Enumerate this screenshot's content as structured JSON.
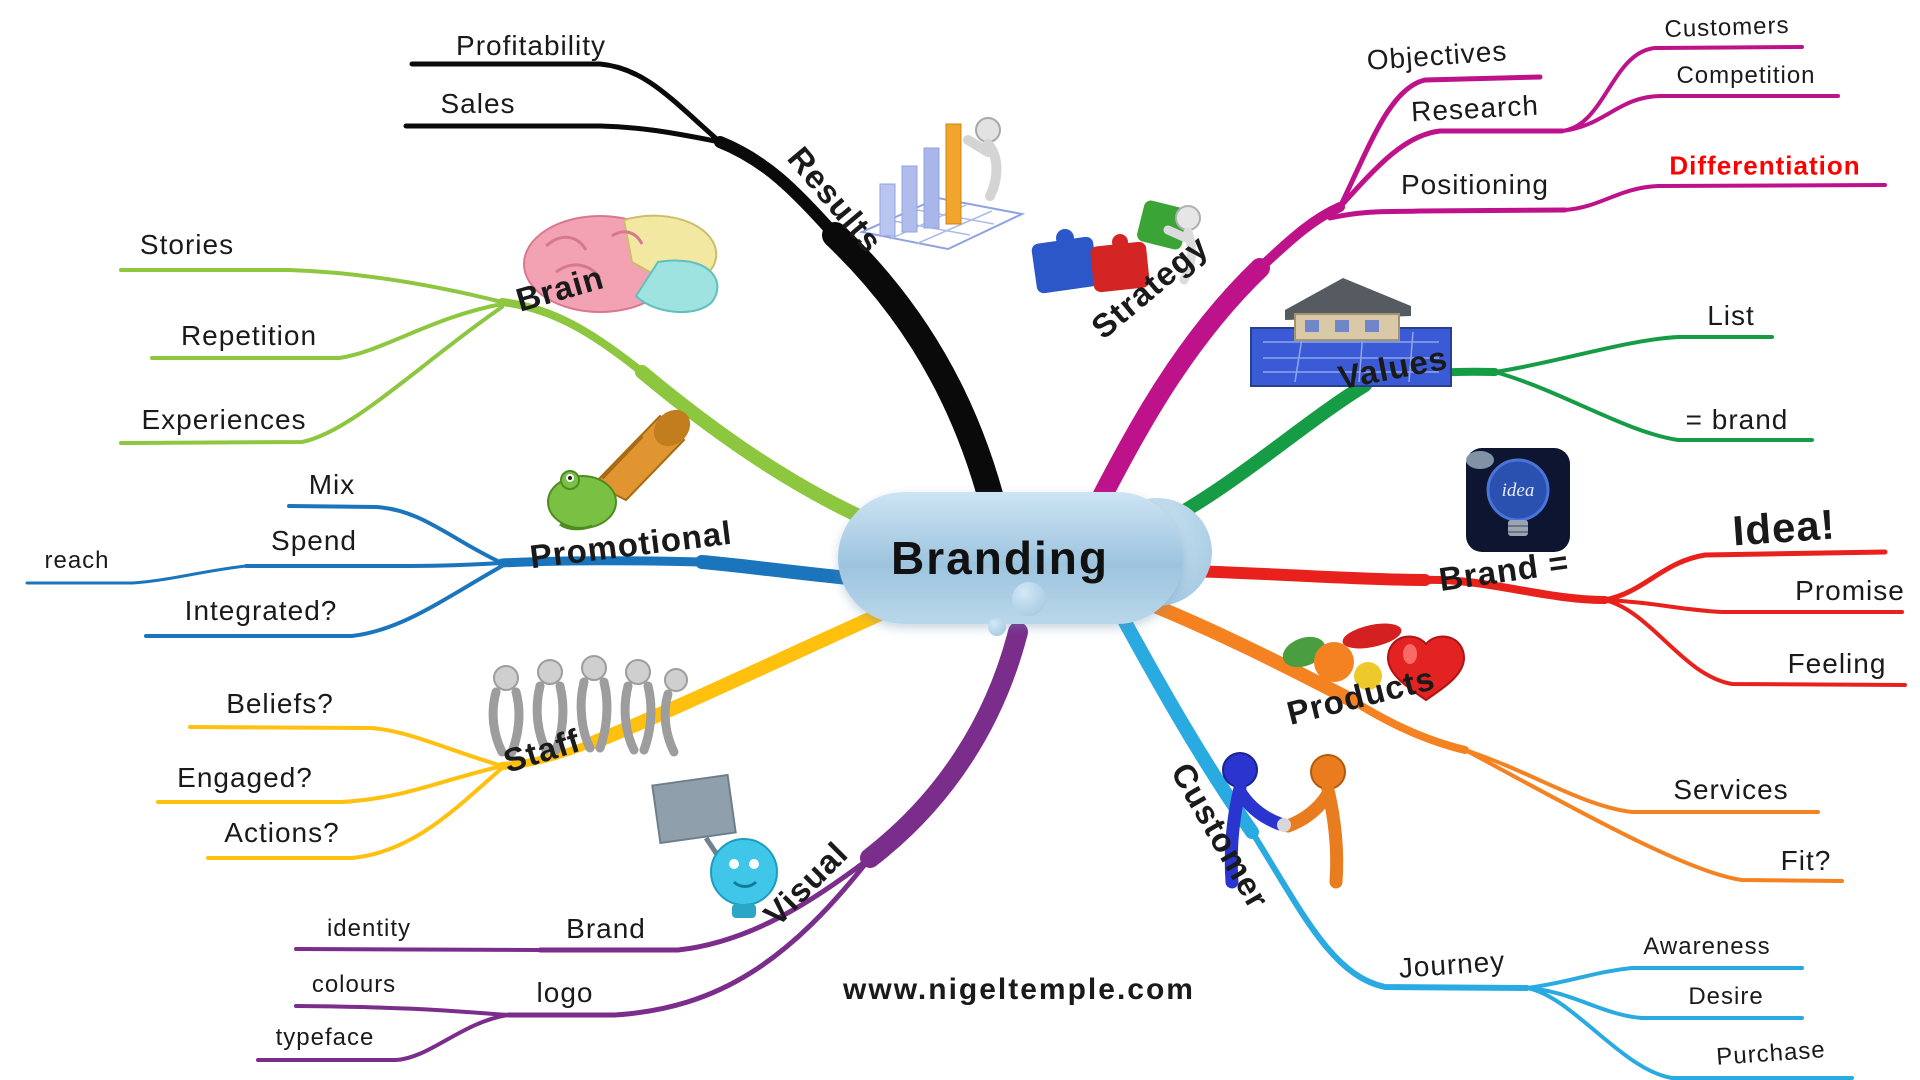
{
  "center": {
    "title": "Branding"
  },
  "footer": {
    "website": "www.nigeltemple.com"
  },
  "branches": {
    "results": {
      "label": "Results",
      "color": "#0a0a0a",
      "children": {
        "profitability": "Profitability",
        "sales": "Sales"
      }
    },
    "strategy": {
      "label": "Strategy",
      "color": "#be128a",
      "highlight_color": "#ff0000",
      "children": {
        "objectives": "Objectives",
        "research": "Research",
        "customers": "Customers",
        "competition": "Competition",
        "positioning": "Positioning",
        "differentiation": "Differentiation"
      }
    },
    "values": {
      "label": "Values",
      "color": "#169c44",
      "children": {
        "list": "List",
        "eq_brand": "= brand"
      }
    },
    "brand_eq": {
      "label": "Brand =",
      "color": "#e9211c",
      "children": {
        "idea": "Idea!",
        "promise": "Promise",
        "feeling": "Feeling"
      }
    },
    "products": {
      "label": "Products",
      "color": "#f58220",
      "children": {
        "services": "Services",
        "fit": "Fit?"
      }
    },
    "customer": {
      "label": "Customer",
      "color": "#29abe2",
      "children": {
        "journey": "Journey",
        "awareness": "Awareness",
        "desire": "Desire",
        "purchase": "Purchase"
      }
    },
    "visual": {
      "label": "Visual",
      "color": "#7b2d8b",
      "children": {
        "brand": "Brand",
        "identity": "identity",
        "logo": "logo",
        "colours": "colours",
        "typeface": "typeface"
      }
    },
    "staff": {
      "label": "Staff",
      "color": "#ffc10e",
      "children": {
        "beliefs": "Beliefs?",
        "engaged": "Engaged?",
        "actions": "Actions?"
      }
    },
    "promotional": {
      "label": "Promotional",
      "color": "#1b75bc",
      "children": {
        "mix": "Mix",
        "spend": "Spend",
        "reach": "reach",
        "integrated": "Integrated?"
      }
    },
    "brain": {
      "label": "Brain",
      "color": "#8dc63f",
      "children": {
        "stories": "Stories",
        "repetition": "Repetition",
        "experiences": "Experiences"
      }
    }
  },
  "icons": {
    "results": "bar-chart-figure",
    "strategy": "puzzle-pieces",
    "values": "house-blueprint",
    "brand": "idea-lightbulb",
    "idea_text": "idea",
    "products": "fruits-and-heart",
    "customer": "handshake-figures",
    "visual": "lightbulb-with-sign",
    "staff": "walking-figures",
    "promotional": "frog-with-megaphone",
    "brain": "brain-illustration"
  }
}
